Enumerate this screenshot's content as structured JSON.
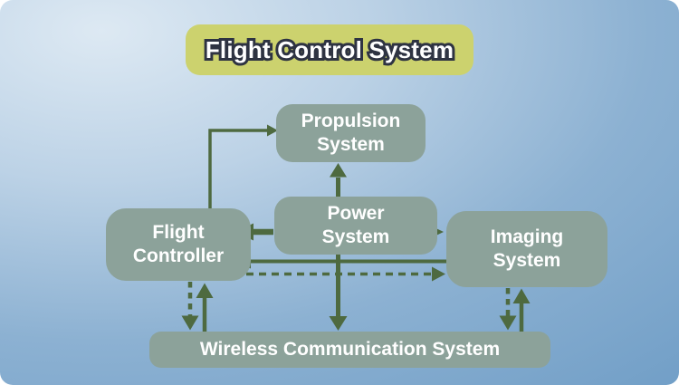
{
  "title": {
    "label": "Flight Control System"
  },
  "nodes": {
    "propulsion": {
      "label": "Propulsion System"
    },
    "power": {
      "label": "Power System"
    },
    "flight_controller": {
      "label": "Flight Controller"
    },
    "imaging": {
      "label": "Imaging System"
    },
    "wireless": {
      "label": "Wireless Communication System"
    }
  },
  "edges": [
    {
      "from": "Flight Controller",
      "to": "Propulsion System",
      "style": "solid",
      "shape": "elbow-up-right"
    },
    {
      "from": "Power System",
      "to": "Propulsion System",
      "style": "solid",
      "shape": "up"
    },
    {
      "from": "Power System",
      "to": "Flight Controller",
      "style": "solid",
      "shape": "left"
    },
    {
      "from": "Power System",
      "to": "Imaging System",
      "style": "solid",
      "shape": "right"
    },
    {
      "from": "Imaging System",
      "to": "Flight Controller",
      "style": "solid",
      "shape": "left-long"
    },
    {
      "from": "Flight Controller",
      "to": "Imaging System",
      "style": "dashed",
      "shape": "right-long"
    },
    {
      "from": "Power System",
      "to": "Wireless Communication System",
      "style": "solid",
      "shape": "down"
    },
    {
      "from": "Flight Controller",
      "to": "Wireless Communication System",
      "style": "dashed",
      "shape": "down"
    },
    {
      "from": "Wireless Communication System",
      "to": "Flight Controller",
      "style": "solid",
      "shape": "up"
    },
    {
      "from": "Imaging System",
      "to": "Wireless Communication System",
      "style": "dashed",
      "shape": "down"
    },
    {
      "from": "Wireless Communication System",
      "to": "Imaging System",
      "style": "solid",
      "shape": "up"
    }
  ],
  "colors": {
    "background_light": "#dde9f3",
    "background_dark": "#6f9dc6",
    "title_bg": "#ccd26e",
    "title_outline": "#2e3342",
    "node_bg": "#8ca29a",
    "node_text": "#ffffff",
    "arrow": "#4e6a40"
  }
}
